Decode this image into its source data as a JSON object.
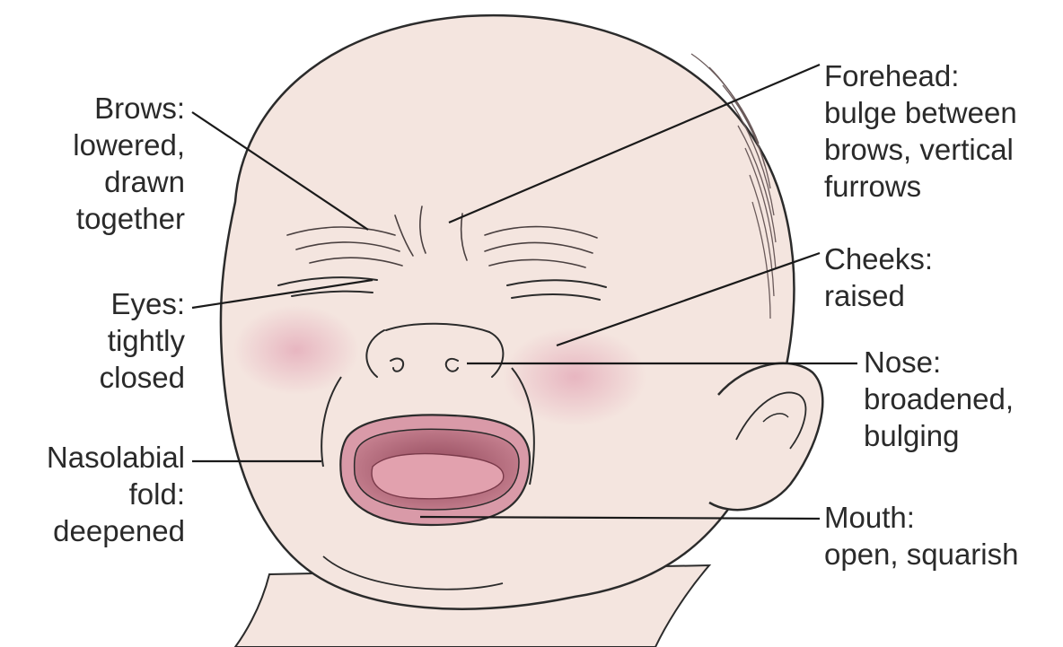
{
  "colors": {
    "skin": "#f4e5df",
    "outline": "#2b2b2b",
    "cheek_blush": "#e3a6b6",
    "mouth_dark": "#b56a7c",
    "tongue": "#e2a1ae",
    "leader_line": "#1a1a1a"
  },
  "labels": {
    "brows": {
      "lines": [
        "Brows:",
        "lowered,",
        "drawn",
        "together"
      ]
    },
    "eyes": {
      "lines": [
        "Eyes:",
        "tightly",
        "closed"
      ]
    },
    "nasolabial": {
      "lines": [
        "Nasolabial",
        "fold:",
        "deepened"
      ]
    },
    "forehead": {
      "lines": [
        "Forehead:",
        "bulge between",
        "brows, vertical",
        "furrows"
      ]
    },
    "cheeks": {
      "lines": [
        "Cheeks:",
        "raised"
      ]
    },
    "nose": {
      "lines": [
        "Nose:",
        "broadened,",
        "bulging"
      ]
    },
    "mouth": {
      "lines": [
        "Mouth:",
        "open, squarish"
      ]
    }
  }
}
